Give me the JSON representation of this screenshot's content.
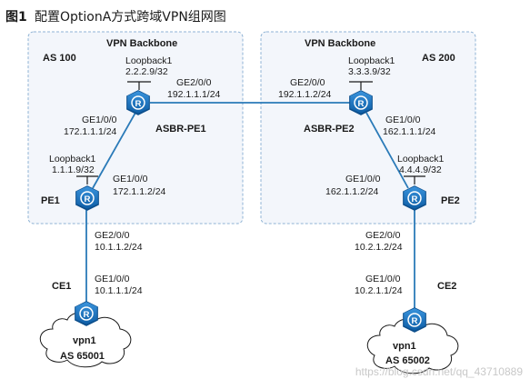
{
  "figure": {
    "number": "图1",
    "caption": "配置OptionA方式跨域VPN组网图"
  },
  "domains": [
    {
      "as": "AS 100",
      "name": "VPN Backbone"
    },
    {
      "as": "AS 200",
      "name": "VPN Backbone"
    }
  ],
  "devices": {
    "asbr_pe1": {
      "name": "ASBR-PE1",
      "loopback_label": "Loopback1",
      "loopback_ip": "2.2.2.9/32"
    },
    "asbr_pe2": {
      "name": "ASBR-PE2",
      "loopback_label": "Loopback1",
      "loopback_ip": "3.3.3.9/32"
    },
    "pe1": {
      "name": "PE1",
      "loopback_label": "Loopback1",
      "loopback_ip": "1.1.1.9/32"
    },
    "pe2": {
      "name": "PE2",
      "loopback_label": "Loopback1",
      "loopback_ip": "4.4.4.9/32"
    },
    "ce1": {
      "name": "CE1",
      "vpn": "vpn1",
      "as": "AS 65001"
    },
    "ce2": {
      "name": "CE2",
      "vpn": "vpn1",
      "as": "AS 65002"
    }
  },
  "interfaces": {
    "asbr1_ge2": {
      "name": "GE2/0/0",
      "ip": "192.1.1.1/24"
    },
    "asbr2_ge2": {
      "name": "GE2/0/0",
      "ip": "192.1.1.2/24"
    },
    "asbr1_ge1": {
      "name": "GE1/0/0",
      "ip": "172.1.1.1/24"
    },
    "pe1_ge1": {
      "name": "GE1/0/0",
      "ip": "172.1.1.2/24"
    },
    "asbr2_ge1": {
      "name": "GE1/0/0",
      "ip": "162.1.1.1/24"
    },
    "pe2_ge1": {
      "name": "GE1/0/0",
      "ip": "162.1.1.2/24"
    },
    "pe1_ge2": {
      "name": "GE2/0/0",
      "ip": "10.1.1.2/24"
    },
    "ce1_ge1": {
      "name": "GE1/0/0",
      "ip": "10.1.1.1/24"
    },
    "pe2_ge2": {
      "name": "GE2/0/0",
      "ip": "10.2.1.2/24"
    },
    "ce2_ge1": {
      "name": "GE1/0/0",
      "ip": "10.2.1.1/24"
    }
  },
  "watermark": "https://blog.csdn.net/qq_43710889",
  "colors": {
    "router_fill": "#1e73be",
    "router_dark": "#0f5a9c",
    "link": "#2a7ab8",
    "domain_border": "#8fb3d4",
    "domain_fill": "#f3f6fb"
  }
}
